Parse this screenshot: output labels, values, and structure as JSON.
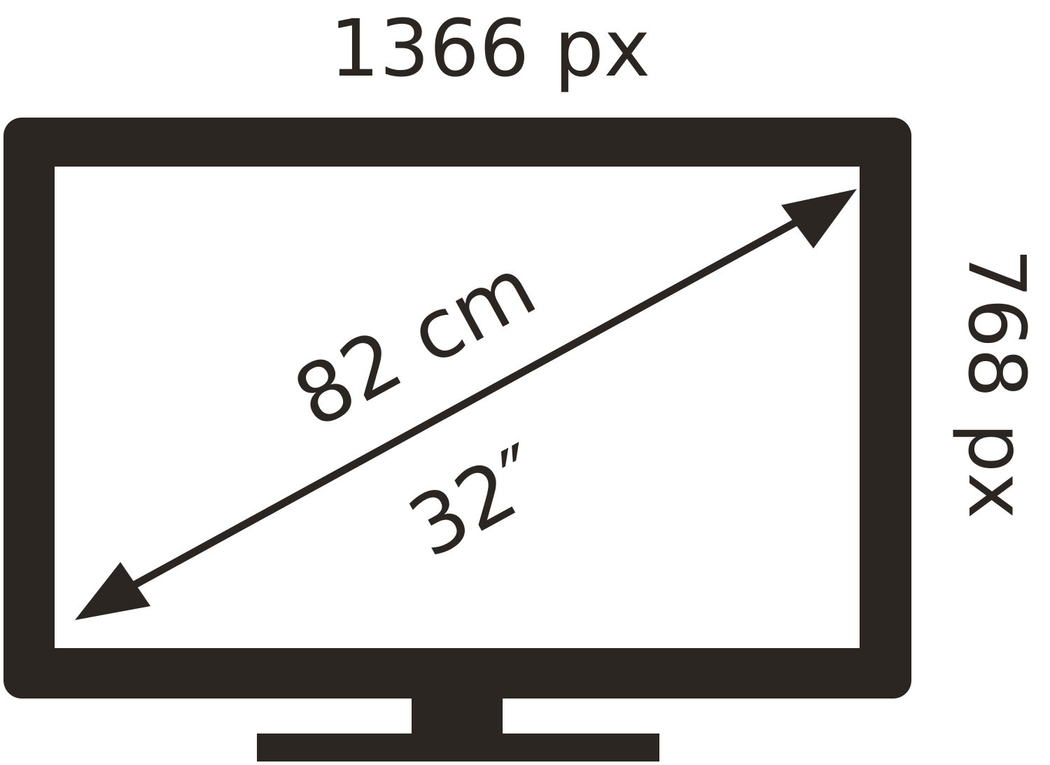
{
  "labels": {
    "width_resolution": "1366 px",
    "height_resolution": "768 px",
    "diagonal_metric": "82 cm",
    "diagonal_imperial": "32″"
  },
  "colors": {
    "ink": "#2b2622",
    "screen": "#ffffff",
    "background": "#ffffff"
  },
  "icons": {
    "monitor": "monitor-icon",
    "diagonal_arrow": "double-arrow-icon"
  }
}
